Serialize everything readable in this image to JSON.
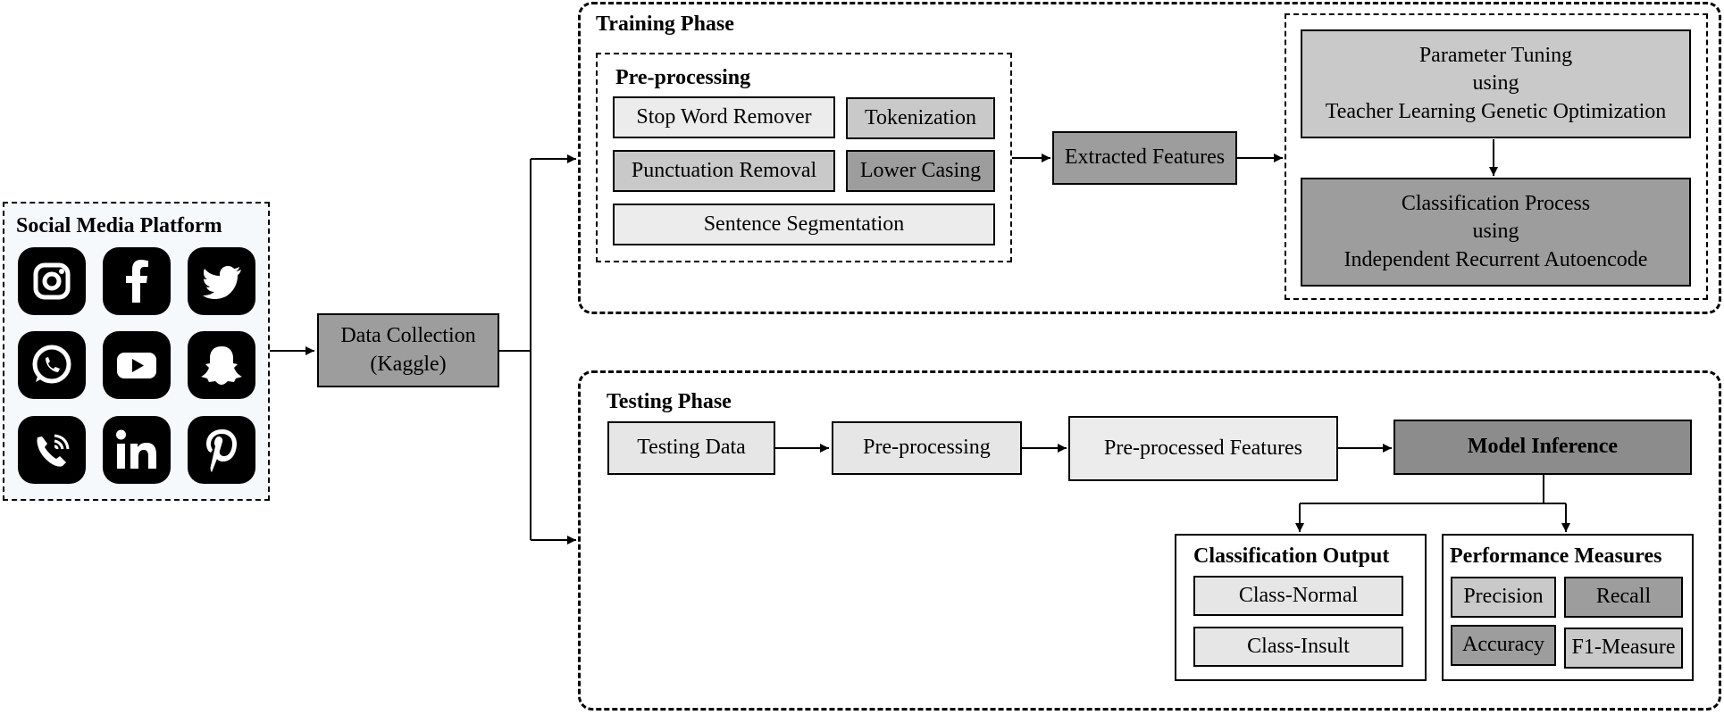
{
  "social_media": {
    "title": "Social Media Platform",
    "icons": [
      "instagram-icon",
      "facebook-icon",
      "twitter-icon",
      "whatsapp-icon",
      "youtube-icon",
      "snapchat-icon",
      "viber-icon",
      "linkedin-icon",
      "pinterest-icon"
    ]
  },
  "data_collection": {
    "line1": "Data Collection",
    "line2": "(Kaggle)"
  },
  "training": {
    "title": "Training Phase",
    "preprocessing": {
      "title": "Pre-processing",
      "stop_word": "Stop Word Remover",
      "tokenization": "Tokenization",
      "punctuation": "Punctuation Removal",
      "lower_casing": "Lower Casing",
      "sentence": "Sentence Segmentation"
    },
    "extracted": "Extracted Features",
    "tuning": {
      "line1": "Parameter Tuning",
      "line2": "using",
      "line3": "Teacher Learning Genetic Optimization"
    },
    "classification": {
      "line1": "Classification Process",
      "line2": "using",
      "line3": "Independent Recurrent Autoencode"
    }
  },
  "testing": {
    "title": "Testing Phase",
    "testing_data": "Testing Data",
    "preprocessing": "Pre-processing",
    "preprocessed_features": "Pre-processed Features",
    "model_inference": "Model Inference",
    "classification_output": {
      "title": "Classification Output",
      "normal": "Class-Normal",
      "insult": "Class-Insult"
    },
    "performance": {
      "title": "Performance Measures",
      "precision": "Precision",
      "recall": "Recall",
      "accuracy": "Accuracy",
      "f1": "F1-Measure"
    }
  },
  "colors": {
    "light": "#e6e6e6",
    "mid": "#c9c9c9",
    "dark": "#9d9d9d",
    "darker": "#8c8c8c"
  }
}
